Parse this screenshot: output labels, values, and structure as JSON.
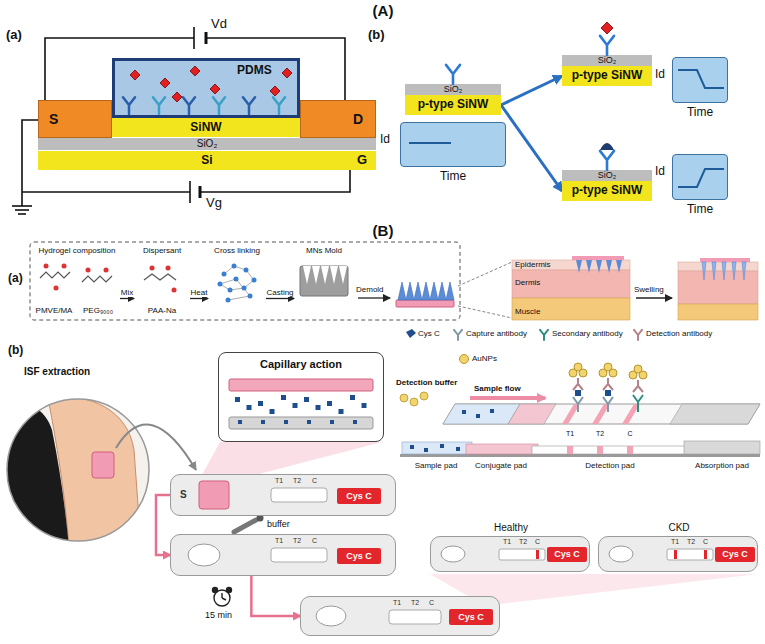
{
  "diagram": {
    "nodes": [
      {
        "text": [
          "PDMS"
        ]
      },
      {
        "text": [
          "S"
        ]
      },
      {
        "text": [
          "D"
        ]
      },
      {
        "text": [
          "SiNW"
        ]
      },
      {
        "text": [
          "SiO₂"
        ]
      },
      {
        "text": [
          "Si"
        ]
      },
      {
        "text": [
          "SiO₂"
        ]
      },
      {
        "text": [
          "p-type SiNW"
        ]
      },
      {
        "text": [
          "Id",
          "Time"
        ]
      },
      {
        "text": [
          "SiO₂"
        ]
      },
      {
        "text": [
          "p-type SiNW"
        ]
      },
      {
        "text": [
          "Id",
          "Time"
        ]
      },
      {
        "text": [
          "SiO₂"
        ]
      },
      {
        "text": [
          "p-type SiNW"
        ]
      },
      {
        "text": [
          "Id",
          "Time"
        ]
      },
      {
        "text": [
          "Hydrogel composition",
          "PMVE/MA",
          "PEG₉₀₀₀"
        ]
      },
      {
        "text": [
          "Dispersant",
          "PAA-Na"
        ]
      },
      {
        "text": [
          "Cross linking"
        ]
      },
      {
        "text": [
          "MNs Mold"
        ]
      },
      {
        "text": [
          "Epidermis",
          "Dermis",
          "Muscle"
        ]
      },
      {
        "text": [
          "Capillary action"
        ]
      },
      {
        "text": [
          "S",
          "T1",
          "T2",
          "C"
        ]
      },
      {
        "text": [
          "Cys C"
        ],
        "in": 21
      },
      {
        "text": [
          "T1",
          "T2",
          "C"
        ]
      },
      {
        "text": [
          "Cys C"
        ],
        "in": 23
      },
      {
        "text": [
          "T1",
          "T2",
          "C"
        ]
      },
      {
        "text": [
          "Cys C"
        ],
        "in": 25
      },
      {
        "text": [
          "Healthy",
          "T1",
          "T2",
          "C"
        ]
      },
      {
        "text": [
          "Cys C"
        ],
        "in": 27
      },
      {
        "text": [
          "CKD",
          "T1",
          "T2",
          "C"
        ]
      },
      {
        "text": [
          "Cys C"
        ],
        "in": 29
      }
    ],
    "edges": [
      {
        "from": 7,
        "to": 10,
        "arrow": "to"
      },
      {
        "from": 7,
        "to": 13,
        "arrow": "to"
      },
      {
        "from": 15,
        "to": 16,
        "label": "Mix",
        "arrow": "to"
      },
      {
        "from": 16,
        "to": 17,
        "label": "Heat",
        "arrow": "to"
      },
      {
        "from": 17,
        "to": 18,
        "label": "Casting",
        "arrow": "to"
      },
      {
        "from": 21,
        "to": 23,
        "label": "buffer",
        "arrow": "to"
      },
      {
        "from": 23,
        "to": 25,
        "label": "15 min",
        "arrow": "to"
      }
    ],
    "labels": [
      "(A)",
      "(a)",
      "Vd",
      "Vg",
      "G",
      "(b)",
      "(B)",
      "(a)",
      "Demold",
      "Swelling",
      "(b)",
      "ISF extraction",
      "Detection buffer",
      "Sample flow",
      "T1",
      "T2",
      "C",
      "Sample pad",
      "Conjugate pad",
      "Detection pad",
      "Absorption pad"
    ],
    "legend": [
      {
        "text": "Cys C"
      },
      {
        "text": "Capture antibody"
      },
      {
        "text": "Secondary antibody"
      },
      {
        "text": "Detection antibody"
      },
      {
        "text": "AuNPs"
      }
    ]
  }
}
